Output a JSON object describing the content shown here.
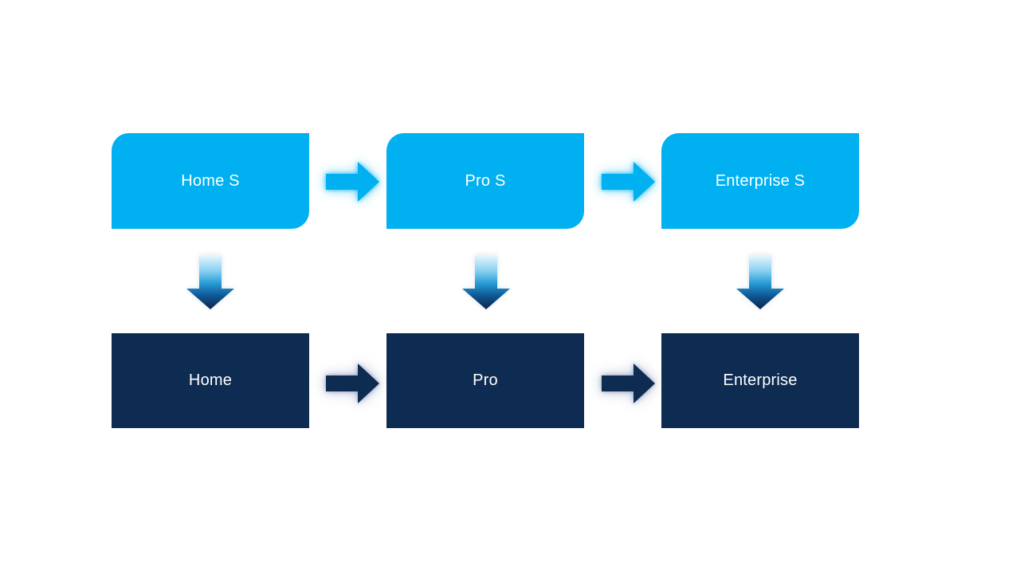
{
  "diagram": {
    "type": "upgrade-flow-diagram",
    "background": "#FFFFFF",
    "colors": {
      "top_box_fill": "#00B0F0",
      "bottom_box_fill": "#0E2B52",
      "label_text": "#FFFFFF",
      "light_arrow_glow": "#59CBF5",
      "dark_arrow_glow": "#AFBDD8",
      "down_arrow_gradient_top": "#EAF7FE",
      "down_arrow_gradient_mid": "#279BD6",
      "down_arrow_gradient_bottom": "#0B2446"
    },
    "columns": [
      {
        "top_label": "Home S",
        "bottom_label": "Home"
      },
      {
        "top_label": "Pro S",
        "bottom_label": "Pro"
      },
      {
        "top_label": "Enterprise S",
        "bottom_label": "Enterprise"
      }
    ],
    "arrows": {
      "top_row_connectors": 2,
      "bottom_row_connectors": 2,
      "down_connectors": 3
    }
  }
}
